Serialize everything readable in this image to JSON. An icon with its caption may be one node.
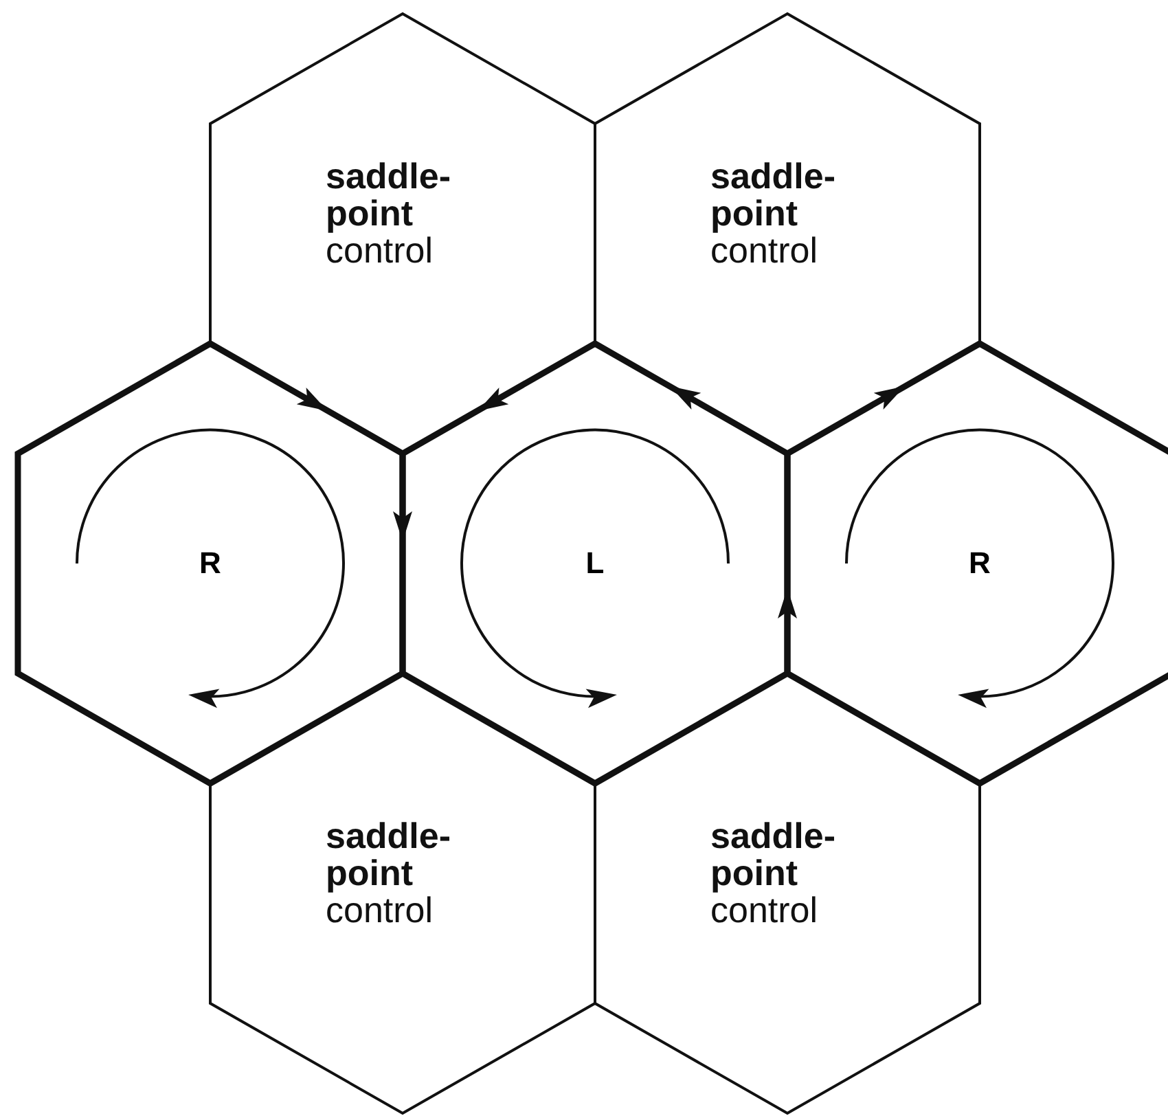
{
  "diagram": {
    "nodes": [
      {
        "text": [
          "saddle-point",
          "control"
        ]
      },
      {
        "text": [
          "saddle-point",
          "control"
        ]
      },
      {
        "text": [
          "R"
        ]
      },
      {
        "text": [
          "L"
        ]
      },
      {
        "text": [
          "R"
        ]
      },
      {
        "text": [
          "saddle-point",
          "control"
        ]
      },
      {
        "text": [
          "saddle-point",
          "control"
        ]
      }
    ]
  }
}
